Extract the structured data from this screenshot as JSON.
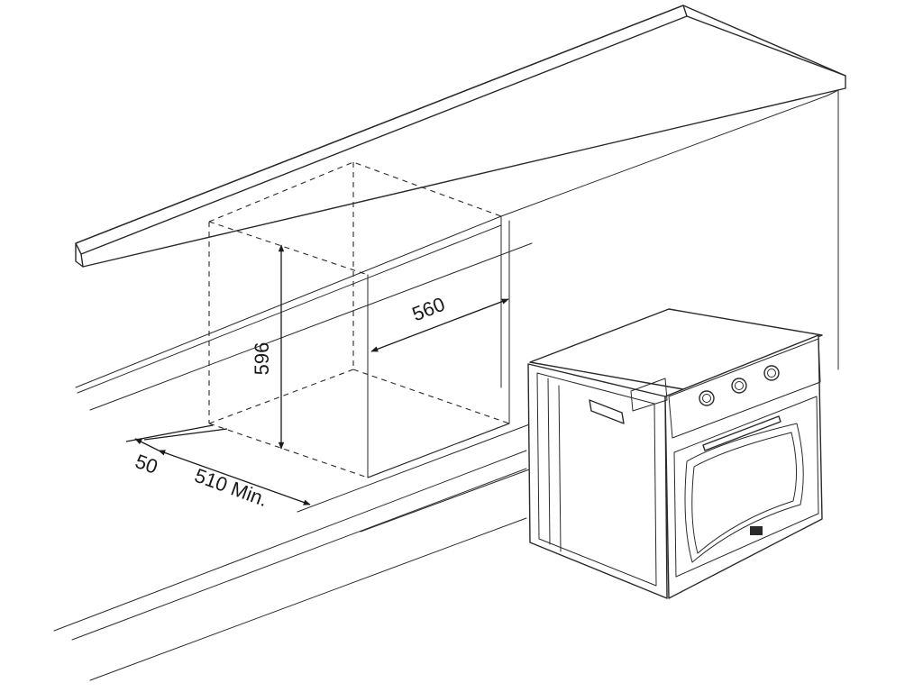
{
  "dimensions": {
    "height": "596",
    "width": "560",
    "clearance": "50",
    "depth": "510 Min."
  },
  "colors": {
    "line": "#2a2a2a",
    "background": "#ffffff"
  }
}
